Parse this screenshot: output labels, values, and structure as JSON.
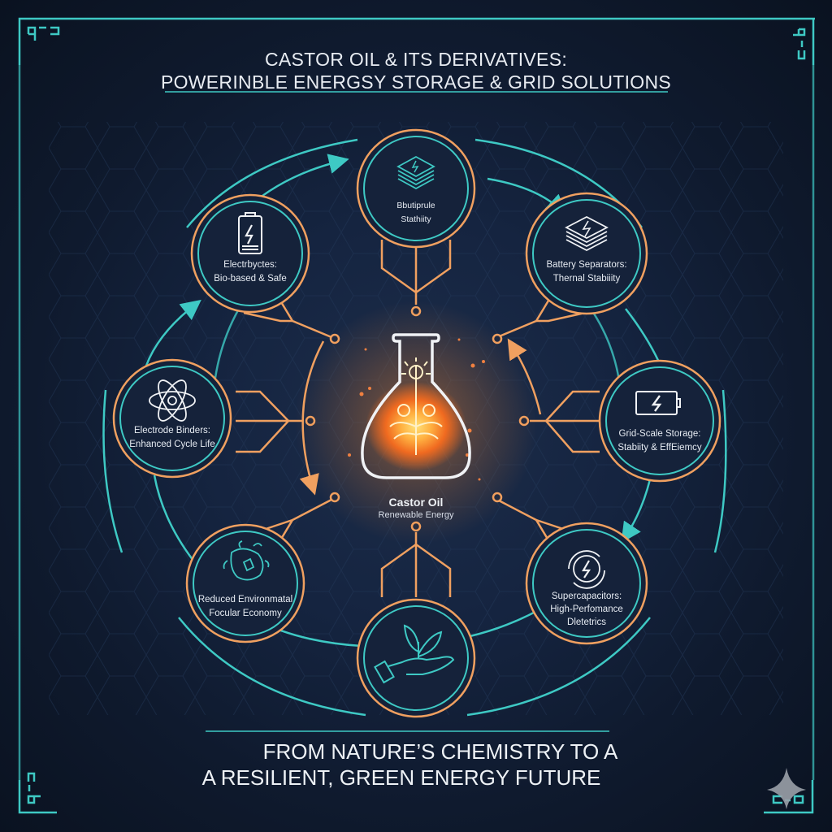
{
  "header": {
    "title_line1": "CASTOR OIL & ITS DERIVATIVES:",
    "title_line2": "POWERINBLE ENERGSY STORAGE & GRID SOLUTIONS"
  },
  "center": {
    "icon": "flask-with-castor-plant-icon",
    "title": "Castor Oil",
    "subtitle": "Renewable Energy"
  },
  "nodes": [
    {
      "id": "top",
      "icon": "layered-stack-lightning-icon",
      "line1": "Bbutiprule",
      "line2": "Stathiity"
    },
    {
      "id": "top-right",
      "icon": "layered-stack-lightning-icon",
      "line1": "Battery Separators:",
      "line2": "Thernal Stabiiity"
    },
    {
      "id": "right",
      "icon": "battery-horizontal-lightning-icon",
      "line1": "Grid-Scale Storage:",
      "line2": "Stabiity & EffEiemcy"
    },
    {
      "id": "bottom-right",
      "icon": "circular-arrows-lightning-icon",
      "line1": "Supercapacitors:",
      "line2": "High-Perfomance",
      "line3": "Dletetrics"
    },
    {
      "id": "bottom",
      "icon": "hand-holding-plant-icon"
    },
    {
      "id": "bottom-left",
      "icon": "recycle-globe-icon",
      "line1": "Reduced Environmatal",
      "line2": "Focular Economy"
    },
    {
      "id": "left",
      "icon": "atom-icon",
      "line1": "Electrode Binders:",
      "line2": "Enhanced Cycle Life"
    },
    {
      "id": "top-left",
      "icon": "battery-vertical-lightning-icon",
      "line1": "Electrbyctes:",
      "line2": "Bio-based & Safe"
    }
  ],
  "footer": {
    "line1": "FROM NATURE’S CHEMISTRY TO A",
    "line2": "A RESILIENT, GREEN ENERGY FUTURE"
  },
  "colors": {
    "background": "#0f1a2e",
    "teal": "#3ec9c4",
    "orange": "#f0a060",
    "text": "#e8ecf2",
    "glow": "#ff8a2a"
  }
}
